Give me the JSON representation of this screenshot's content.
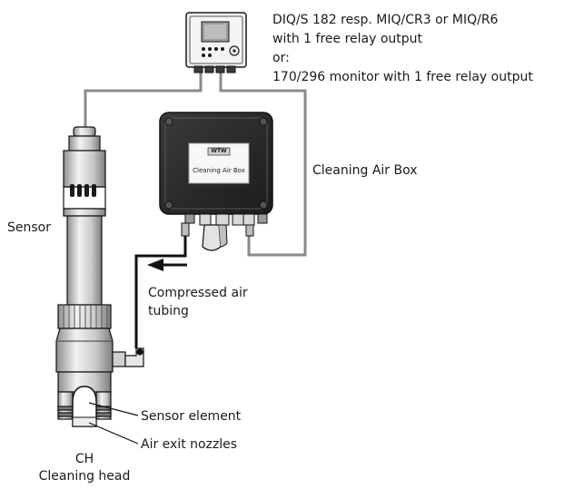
{
  "labels": {
    "controller_line1": "DIQ/S 182 resp. MIQ/CR3 or MIQ/R6",
    "controller_line2": "with 1 free relay output",
    "controller_line3": "or:",
    "controller_line4": "170/296 monitor with 1 free relay output",
    "air_box": "Cleaning Air Box",
    "air_box_panel": "Cleaning Air Box",
    "air_box_logo": "WTW",
    "sensor": "Sensor",
    "tubing_line1": "Compressed air",
    "tubing_line2": "tubing",
    "sensor_element": "Sensor element",
    "air_exit_nozzles": "Air exit nozzles",
    "head_abbrev": "CH",
    "head_name": "Cleaning head"
  },
  "colors": {
    "line": "#1a1a1a",
    "cable": "#8a8a8a",
    "box_dark": "#2b2b2b",
    "metal_light": "#e9e9e9",
    "metal_mid": "#bdbdbd",
    "metal_dark": "#7a7a7a"
  }
}
